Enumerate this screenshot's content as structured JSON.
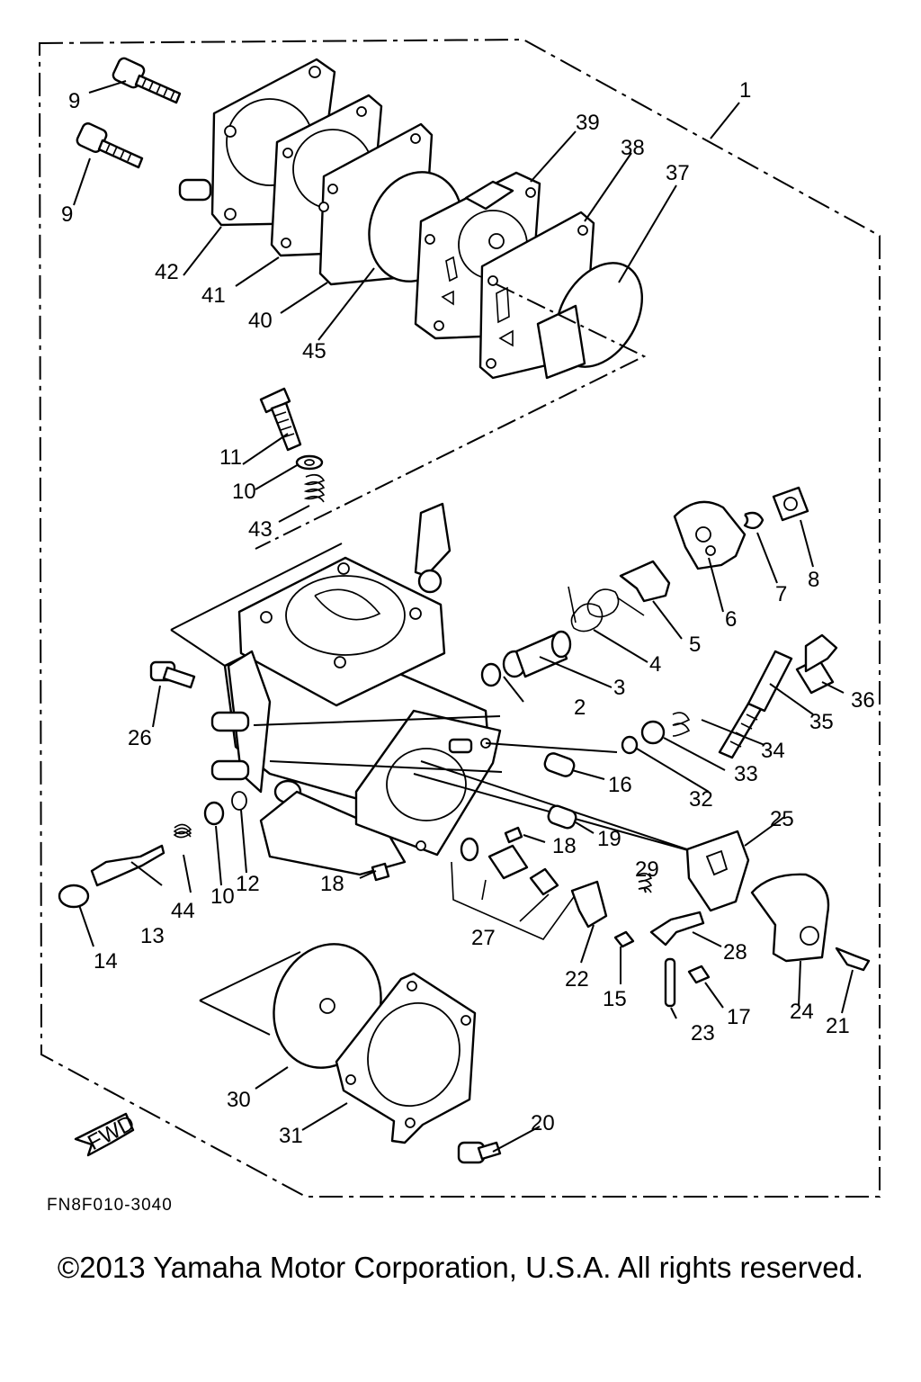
{
  "diagram": {
    "drawing_code": "FN8F010-3040",
    "fwd_label": "FWD",
    "copyright": "©2013 Yamaha Motor Corporation, U.S.A. All rights reserved.",
    "callouts": {
      "n1": "1",
      "n2": "2",
      "n3": "3",
      "n4": "4",
      "n5": "5",
      "n6": "6",
      "n7": "7",
      "n8": "8",
      "n9a": "9",
      "n9b": "9",
      "n10a": "10",
      "n10b": "10",
      "n11": "11",
      "n12": "12",
      "n13": "13",
      "n14": "14",
      "n15": "15",
      "n16": "16",
      "n17": "17",
      "n18a": "18",
      "n18b": "18",
      "n19": "19",
      "n20": "20",
      "n21": "21",
      "n22": "22",
      "n23": "23",
      "n24": "24",
      "n25": "25",
      "n26": "26",
      "n27": "27",
      "n28": "28",
      "n29": "29",
      "n30": "30",
      "n31": "31",
      "n32": "32",
      "n33": "33",
      "n34": "34",
      "n35": "35",
      "n36": "36",
      "n37": "37",
      "n38": "38",
      "n39": "39",
      "n40": "40",
      "n41": "41",
      "n42": "42",
      "n43": "43",
      "n44": "44",
      "n45": "45"
    }
  }
}
